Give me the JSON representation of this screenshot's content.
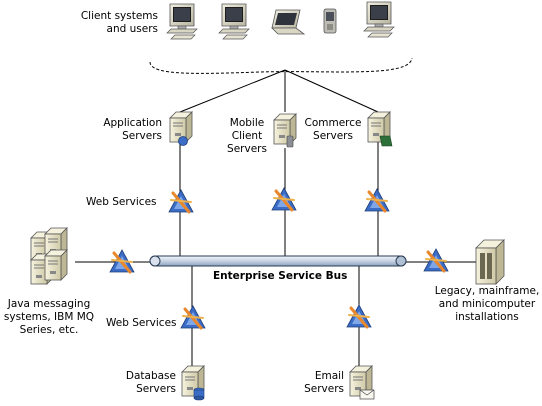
{
  "labels": {
    "client_systems": "Client systems\nand users",
    "application_servers": "Application\nServers",
    "mobile_client_servers": "Mobile\nClient\nServers",
    "commerce_servers": "Commerce\nServers",
    "web_services_top": "Web Services",
    "enterprise_service_bus": "Enterprise Service Bus",
    "java_messaging": "Java messaging\nsystems, IBM MQ\nSeries, etc.",
    "legacy": "Legacy, mainframe,\nand minicomputer\ninstallations",
    "web_services_bottom": "Web Services",
    "database_servers": "Database\nServers",
    "email_servers": "Email\nServers"
  },
  "icons": {
    "clients": [
      "desktop-computer-icon",
      "desktop-computer-icon",
      "laptop-icon",
      "mobile-device-icon",
      "desktop-computer-icon"
    ],
    "servers": [
      "application-server-icon",
      "mobile-client-server-icon",
      "commerce-server-icon",
      "database-server-icon",
      "email-server-icon",
      "java-messaging-server-icon",
      "legacy-server-icon"
    ],
    "web_services": [
      "web-services-icon"
    ]
  },
  "colors": {
    "bus_fill": "#c6d3e3",
    "bus_stroke": "#2a3c55",
    "server_fill": "#e8e4c9",
    "webservice_blue": "#3b6cc6",
    "webservice_orange": "#e8872b"
  }
}
